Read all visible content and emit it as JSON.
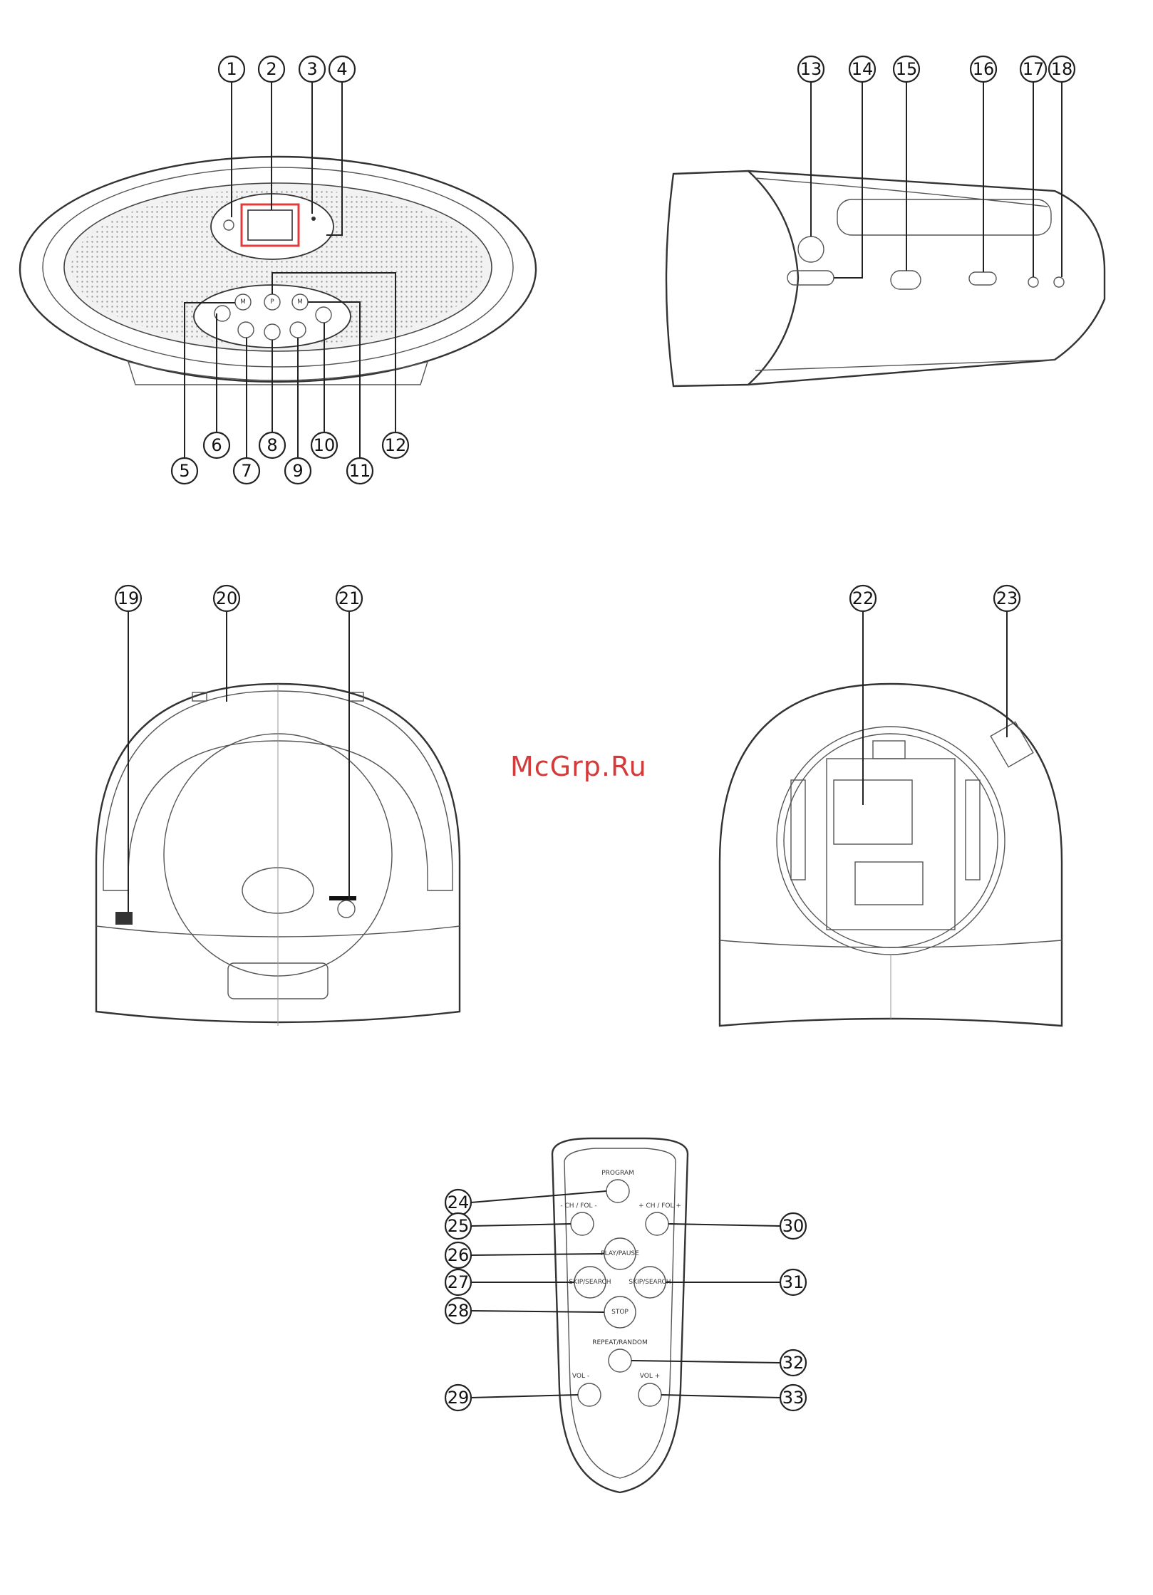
{
  "watermark": "McGrp.Ru",
  "callouts": [
    "1",
    "2",
    "3",
    "4",
    "5",
    "6",
    "7",
    "8",
    "9",
    "10",
    "11",
    "12",
    "13",
    "14",
    "15",
    "16",
    "17",
    "18",
    "19",
    "20",
    "21",
    "22",
    "23",
    "24",
    "25",
    "26",
    "27",
    "28",
    "29",
    "30",
    "31",
    "32",
    "33"
  ],
  "remote_labels": {
    "top": "PROGRAM",
    "left_pair": "- CH / FOL -",
    "right_pair": "+ CH / FOL +",
    "center": "PLAY/PAUSE",
    "left": "SKIP/SEARCH",
    "right": "SKIP/SEARCH",
    "bottom": "STOP",
    "mid": "REPEAT/RANDOM",
    "vol_left": "VOL -",
    "vol_right": "VOL +"
  },
  "colors": {
    "line": "#222222",
    "highlight": "#e23b3b",
    "watermark": "#d33a3a"
  }
}
